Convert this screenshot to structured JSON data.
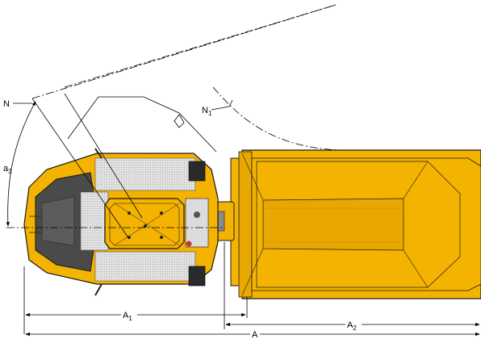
{
  "labels": {
    "N": "N",
    "N1_main": "N",
    "N1_sub": "1",
    "a3_main": "a",
    "a3_sub": "3",
    "A1_main": "A",
    "A1_sub": "1",
    "A2_main": "A",
    "A2_sub": "2",
    "A": "A"
  },
  "colors": {
    "body_yellow": "#f4b300",
    "body_yellow_dark": "#d99a00",
    "body_outline": "#1a1a1a",
    "engine_grey": "#4a4a4a",
    "grid_grey": "#cfcfcf"
  }
}
